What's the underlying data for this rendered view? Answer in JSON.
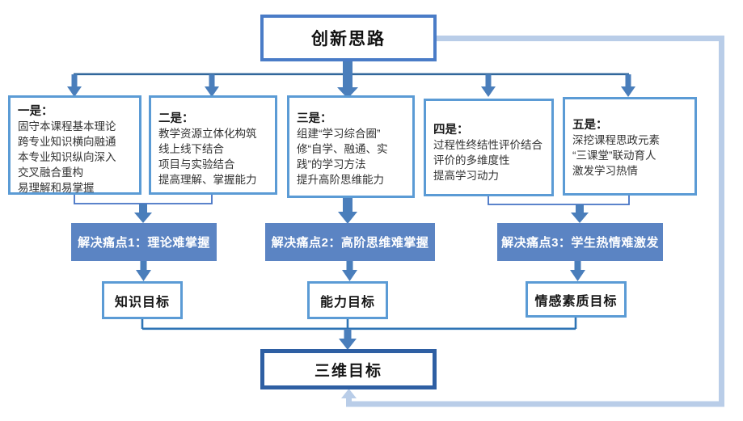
{
  "title_box": {
    "label": "创新思路"
  },
  "approach_boxes": [
    {
      "title": "一是：",
      "lines": [
        "固守本课程基本理论",
        "跨专业知识横向融通",
        "本专业知识纵向深入",
        "交叉融合重构",
        "易理解和易掌握"
      ]
    },
    {
      "title": "二是：",
      "lines": [
        "教学资源立体化构筑",
        "线上线下结合",
        "项目与实验结合",
        "提高理解、掌握能力"
      ]
    },
    {
      "title": "三是：",
      "lines": [
        "组建“学习综合圈”",
        "修“自学、融通、实践”的学习方法",
        "提升高阶思维能力"
      ]
    },
    {
      "title": "四是：",
      "lines": [
        "过程性终结性评价结合",
        "评价的多维度性",
        "提高学习动力"
      ]
    },
    {
      "title": "五是：",
      "lines": [
        "深挖课程思政元素",
        "“三课堂”联动育人",
        "激发学习热情"
      ]
    }
  ],
  "pain_points": [
    {
      "label": "解决痛点1：理论难掌握"
    },
    {
      "label": "解决痛点2：高阶思维难掌握"
    },
    {
      "label": "解决痛点3：学生热情难激发"
    }
  ],
  "goals": [
    {
      "label": "知识目标"
    },
    {
      "label": "能力目标"
    },
    {
      "label": "情感素质目标"
    }
  ],
  "final_box": {
    "label": "三维目标"
  },
  "colors": {
    "node_border": "#5b9bd5",
    "title_border": "#4a7cc7",
    "final_border": "#2e5fa3",
    "pain_fill": "#5b84c3",
    "arrow": "#4a7ebb",
    "thin_line": "#31679b",
    "feedback_line": "#b9cde8"
  }
}
